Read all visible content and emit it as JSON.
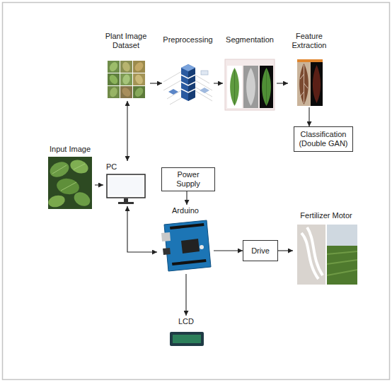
{
  "diagram": {
    "nodes": [
      {
        "text": [
          "Plant Image Dataset"
        ]
      },
      {
        "text": [
          "Preprocessing"
        ]
      },
      {
        "text": [
          "Segmentation"
        ]
      },
      {
        "text": [
          "Feature Extraction"
        ]
      },
      {
        "text": [
          "Classification (Double GAN)"
        ]
      },
      {
        "text": [
          "Input Image"
        ]
      },
      {
        "text": [
          "PC"
        ]
      },
      {
        "text": [
          "Power Supply"
        ]
      },
      {
        "text": [
          "Arduino"
        ]
      },
      {
        "text": [
          "Drive"
        ]
      },
      {
        "text": [
          "Fertilizer Motor"
        ]
      },
      {
        "text": [
          "LCD"
        ]
      }
    ],
    "edges": [
      {
        "from": 0,
        "to": 1,
        "arrow": "to"
      },
      {
        "from": 1,
        "to": 2,
        "arrow": "to"
      },
      {
        "from": 2,
        "to": 3,
        "arrow": "to"
      },
      {
        "from": 3,
        "to": 4,
        "arrow": "to"
      },
      {
        "from": 0,
        "to": 6,
        "arrow": "both"
      },
      {
        "from": 5,
        "to": 6,
        "arrow": "to"
      },
      {
        "from": 7,
        "to": 8,
        "arrow": "to"
      },
      {
        "from": 6,
        "to": 8,
        "arrow": "both"
      },
      {
        "from": 8,
        "to": 9,
        "arrow": "to"
      },
      {
        "from": 9,
        "to": 10,
        "arrow": "to"
      },
      {
        "from": 8,
        "to": 11,
        "arrow": "to"
      }
    ]
  }
}
